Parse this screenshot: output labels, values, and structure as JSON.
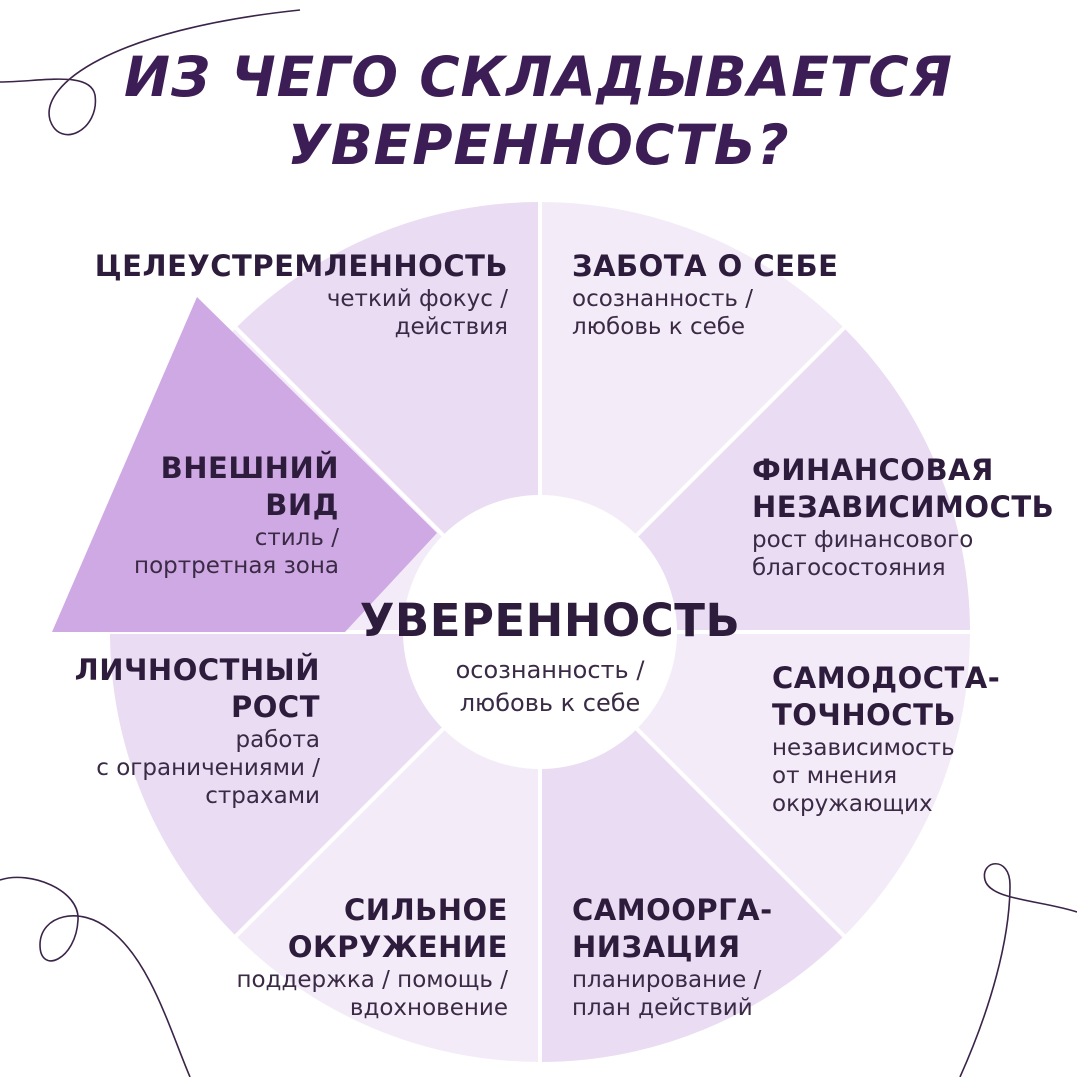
{
  "title": {
    "line1": "ИЗ ЧЕГО СКЛАДЫВАЕТСЯ",
    "line2": "УВЕРЕННОСТЬ?"
  },
  "center": {
    "title": "УВЕРЕННОСТЬ",
    "desc1": "осознанность /",
    "desc2": "любовь к себе"
  },
  "segments": [
    {
      "title": [
        "ЦЕЛЕУСТРЕМЛЕННОСТЬ"
      ],
      "desc": [
        "четкий фокус /",
        "действия"
      ]
    },
    {
      "title": [
        "ЗАБОТА О СЕБЕ"
      ],
      "desc": [
        "осознанность /",
        "любовь к себе"
      ]
    },
    {
      "title": [
        "ФИНАНСОВАЯ",
        "НЕЗАВИСИМОСТЬ"
      ],
      "desc": [
        "рост финансового",
        "благосостояния"
      ]
    },
    {
      "title": [
        "САМОДОСТА-",
        "ТОЧНОСТЬ"
      ],
      "desc": [
        "независимость",
        "от мнения",
        "окружающих"
      ]
    },
    {
      "title": [
        "САМООРГА-",
        "НИЗАЦИЯ"
      ],
      "desc": [
        "планирование /",
        "план действий"
      ]
    },
    {
      "title": [
        "СИЛЬНОЕ",
        "ОКРУЖЕНИЕ"
      ],
      "desc": [
        "поддержка / помощь /",
        "вдохновение"
      ]
    },
    {
      "title": [
        "ЛИЧНОСТНЫЙ",
        "РОСТ"
      ],
      "desc": [
        "работа",
        "с ограничениями /",
        "страхами"
      ]
    },
    {
      "title": [
        "ВНЕШНИЙ",
        "ВИД"
      ],
      "desc": [
        "стиль /",
        "портретная зона"
      ]
    }
  ],
  "colors": {
    "wheel_light": "#f4ebf8",
    "wheel_mid": "#eadcf3",
    "highlight": "#cfa9e3",
    "divider": "#ffffff",
    "title": "#3d1d55",
    "text": "#2e1c3d",
    "swirl": "#3a2448"
  }
}
